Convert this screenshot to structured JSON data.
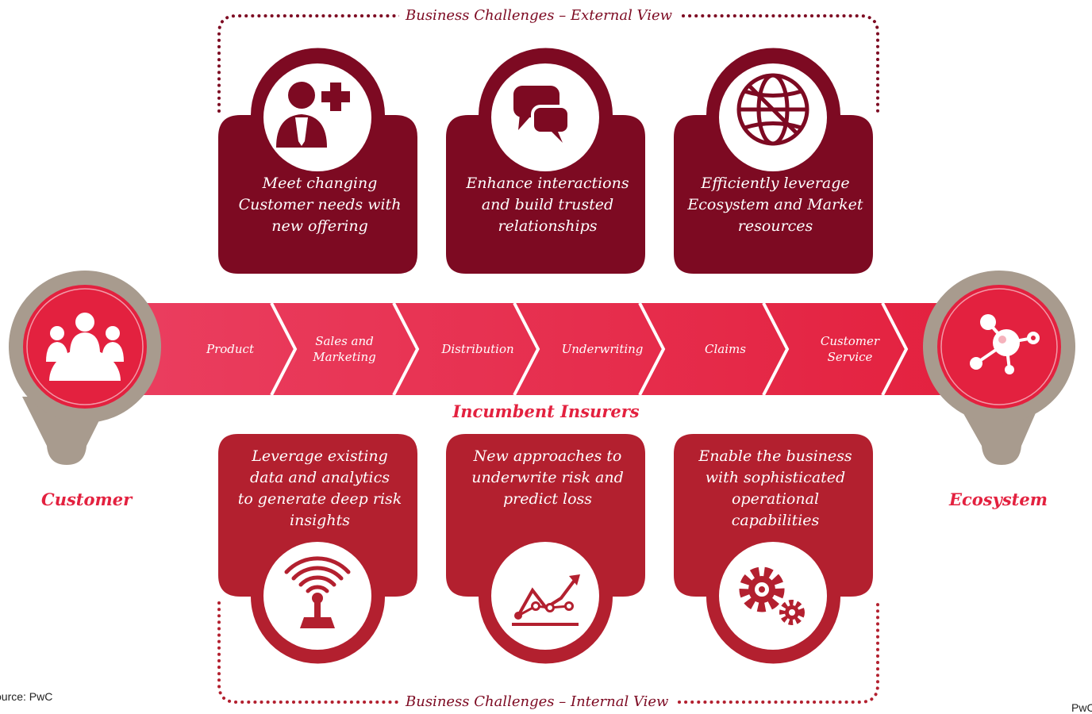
{
  "external_title": "Business Challenges – External View",
  "internal_title": "Business Challenges – Internal View",
  "external_cards": [
    {
      "icon": "add-person-icon",
      "text_lines": [
        "Meet changing",
        "Customer needs with",
        "new offering"
      ]
    },
    {
      "icon": "chat-bubbles-icon",
      "text_lines": [
        "Enhance interactions",
        "and build trusted",
        "relationships"
      ]
    },
    {
      "icon": "globe-icon",
      "text_lines": [
        "Efficiently leverage",
        "Ecosystem and Market",
        "resources"
      ]
    }
  ],
  "value_chain": [
    {
      "lines": [
        "Product"
      ]
    },
    {
      "lines": [
        "Sales and",
        "Marketing"
      ]
    },
    {
      "lines": [
        "Distribution"
      ]
    },
    {
      "lines": [
        "Underwriting"
      ]
    },
    {
      "lines": [
        "Claims"
      ]
    },
    {
      "lines": [
        "Customer",
        "Service"
      ]
    }
  ],
  "center_label": "Incumbent Insurers",
  "left_pin": {
    "label": "Customer",
    "icon": "people-group-icon"
  },
  "right_pin": {
    "label": "Ecosystem",
    "icon": "network-nodes-icon"
  },
  "internal_cards": [
    {
      "icon": "signal-antenna-icon",
      "text_lines": [
        "Leverage existing",
        "data and analytics",
        "to generate deep risk",
        "insights"
      ]
    },
    {
      "icon": "trend-chart-icon",
      "text_lines": [
        "New approaches to",
        "underwrite risk and",
        "predict loss"
      ]
    },
    {
      "icon": "gears-icon",
      "text_lines": [
        "Enable the business",
        "with sophisticated",
        "operational",
        "capabilities"
      ]
    }
  ],
  "source": "ource: PwC",
  "page_mark": "PwC",
  "colors": {
    "dark_red": "#7d0a22",
    "mid_red": "#b3202f",
    "bright_red": "#e3213f",
    "pink": "#ea3e5f",
    "taupe": "#a89b8e"
  }
}
